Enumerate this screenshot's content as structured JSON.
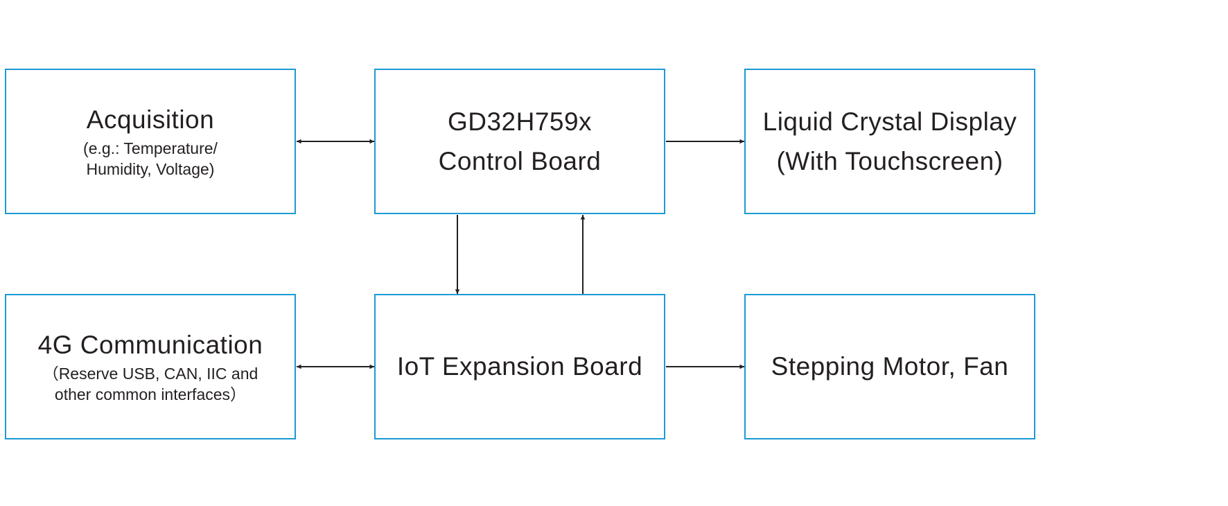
{
  "diagram": {
    "colors": {
      "border": "#1a9ad6",
      "text": "#231f20",
      "arrow": "#231f20"
    },
    "blocks": {
      "acquisition": {
        "title": "Acquisition",
        "subtitle_line1": "(e.g.: Temperature/",
        "subtitle_line2": "Humidity, Voltage)"
      },
      "control_board": {
        "title_line1": "GD32H759x",
        "title_line2": "Control Board"
      },
      "lcd": {
        "title_line1": "Liquid Crystal Display",
        "title_line2": "(With Touchscreen)"
      },
      "communication": {
        "title": "4G Communication",
        "subtitle_line1": "（Reserve USB, CAN, IIC and",
        "subtitle_line2": "other common interfaces）"
      },
      "expansion_board": {
        "title": "IoT Expansion Board"
      },
      "actuators": {
        "title": "Stepping Motor, Fan"
      }
    }
  }
}
